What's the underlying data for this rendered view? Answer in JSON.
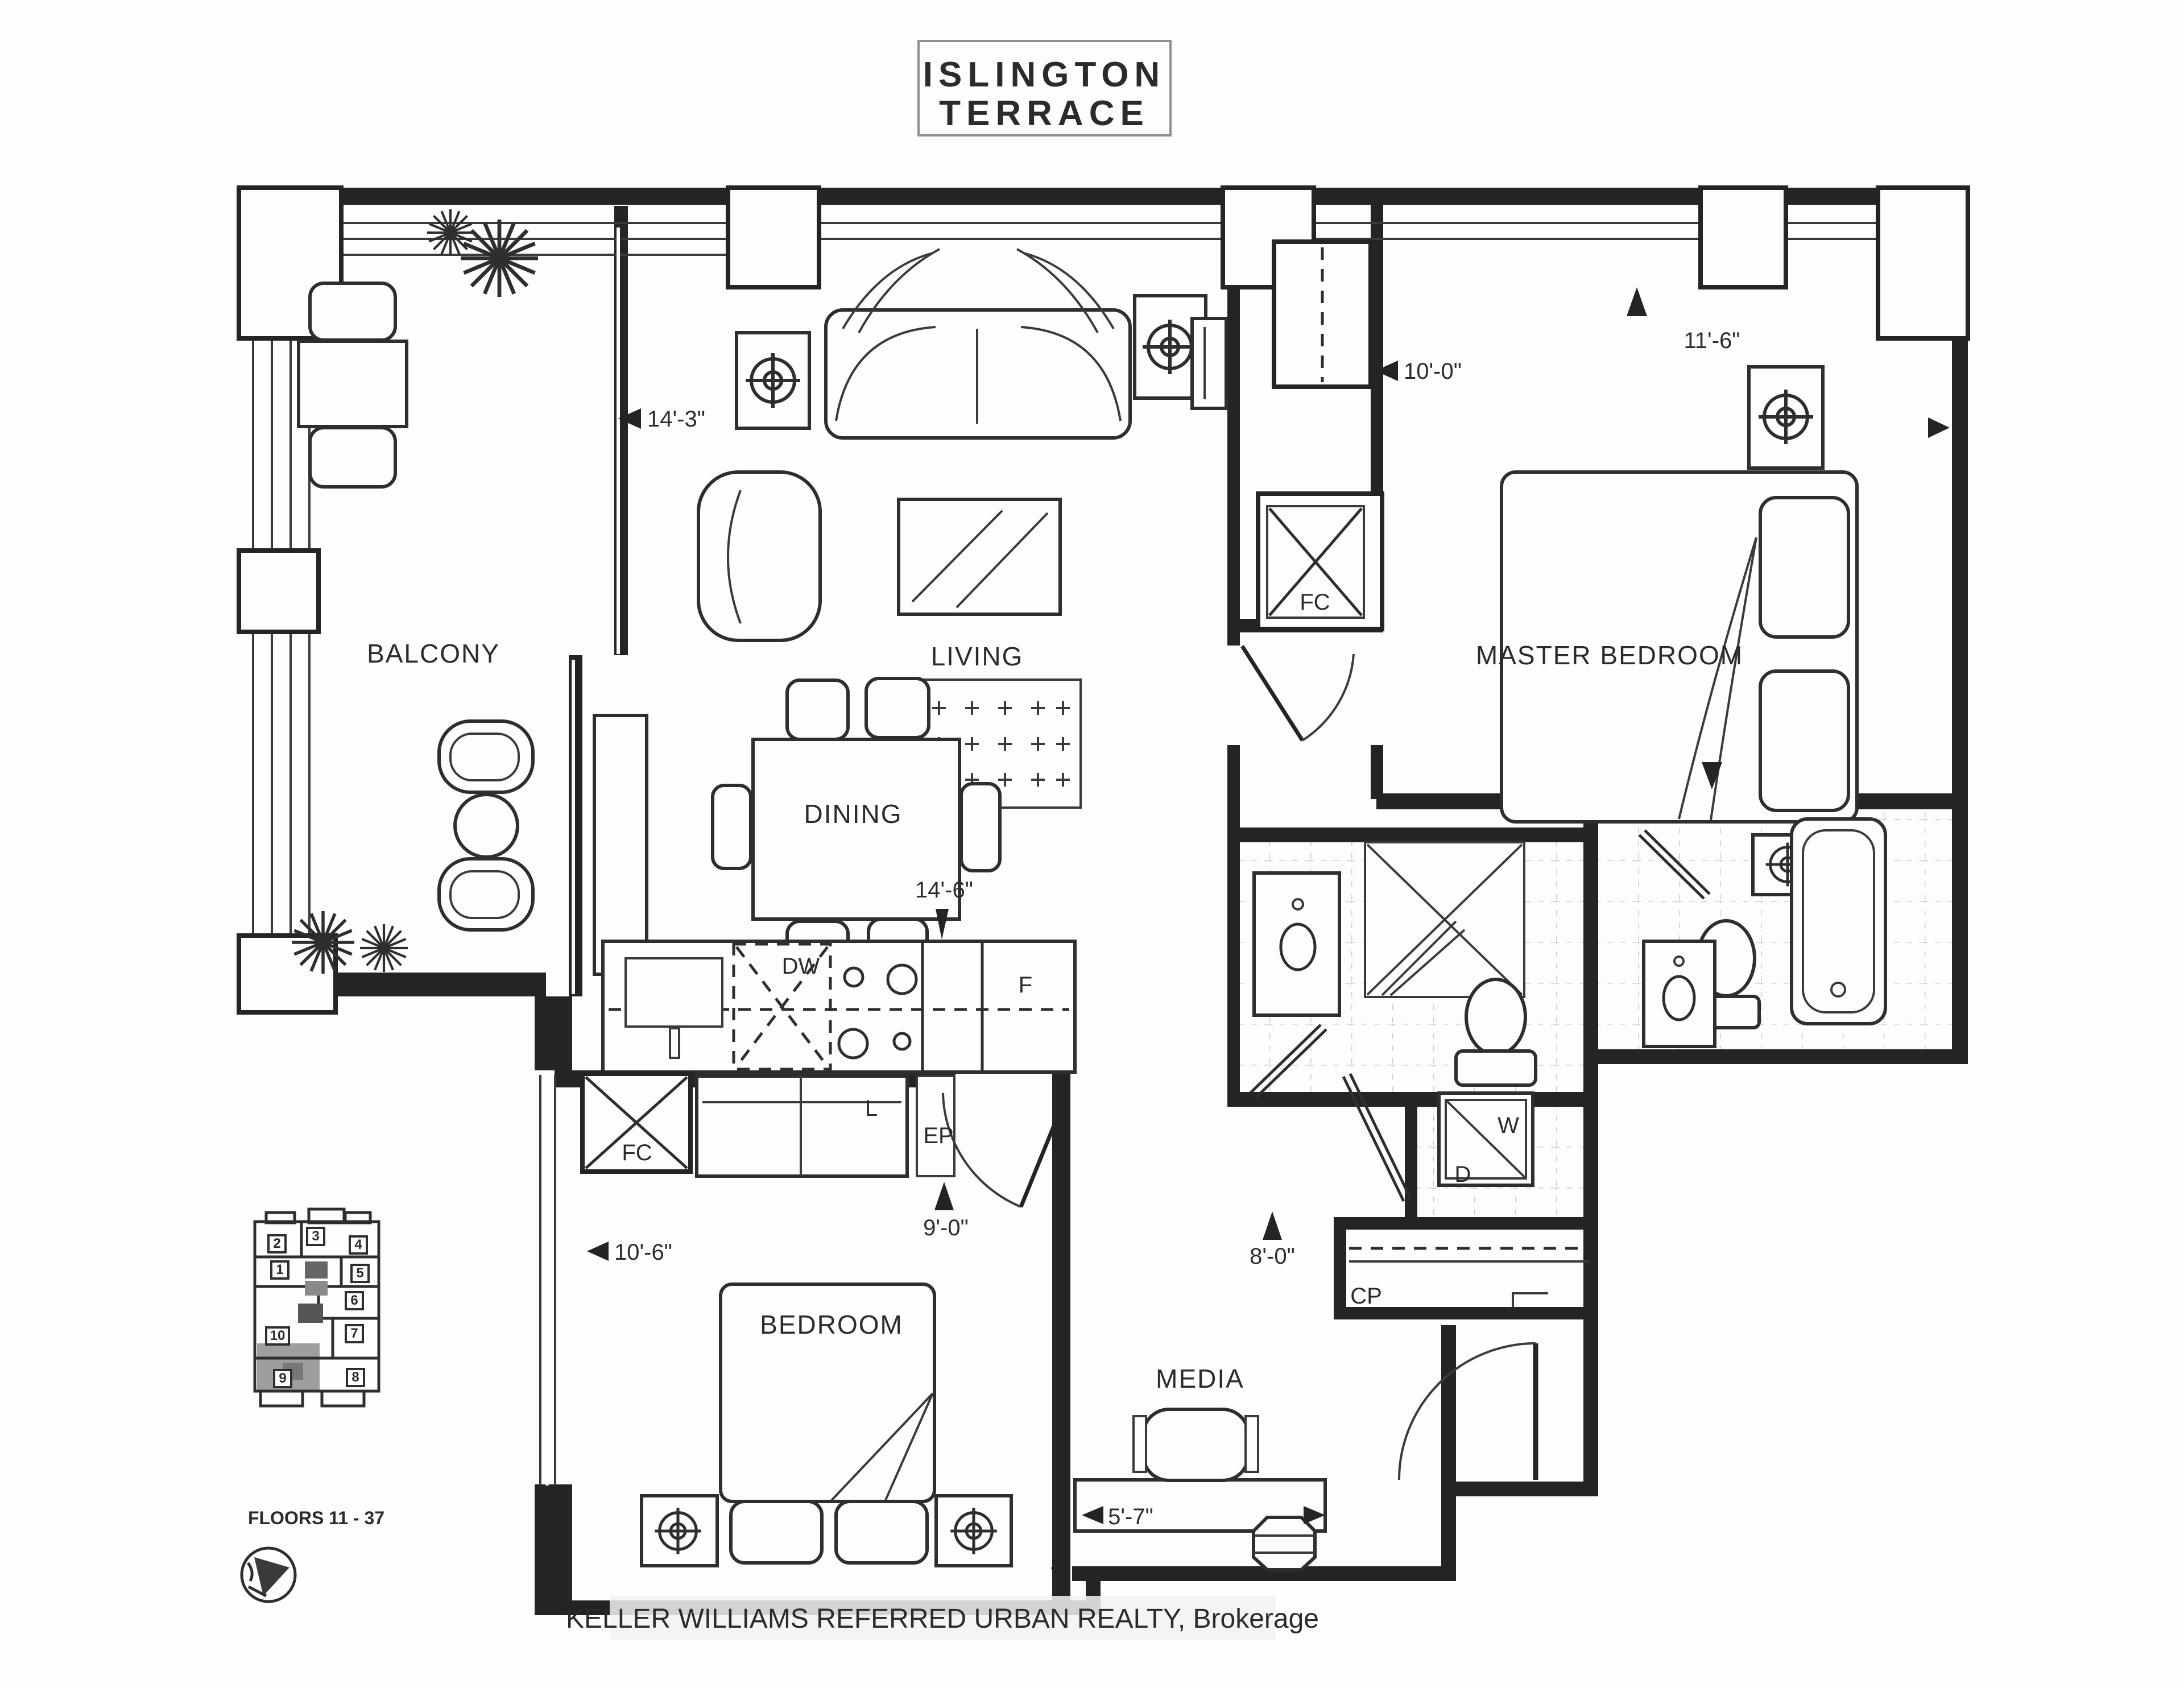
{
  "title": {
    "line1": "ISLINGTON",
    "line2": "TERRACE"
  },
  "rooms": {
    "balcony": "BALCONY",
    "living": "LIVING",
    "dining": "DINING",
    "master_bedroom": "MASTER BEDROOM",
    "bedroom": "BEDROOM",
    "media": "MEDIA"
  },
  "dimensions": {
    "living_width": "14'-3\"",
    "hall_width": "10'-0\"",
    "master_width": "11'-6\"",
    "kitchen_width": "14'-6\"",
    "bedroom_depth": "9'-0\"",
    "bedroom_width": "10'-6\"",
    "foyer_width": "8'-0\"",
    "media_width": "5'-7\""
  },
  "fixtures": {
    "fan_coil_hall": "FC",
    "fan_coil_bedroom": "FC",
    "dishwasher": "DW",
    "fridge": "F",
    "linen_closet": "L",
    "electrical_panel": "EP",
    "washer": "W",
    "dryer": "D",
    "coat_closet": "CP"
  },
  "keyplan": {
    "floors_label": "FLOORS 11 - 37",
    "units": [
      "1",
      "2",
      "3",
      "4",
      "5",
      "6",
      "7",
      "8",
      "9",
      "10"
    ],
    "highlighted_unit": "9"
  },
  "watermark": "KELLER WILLIAMS REFERRED URBAN REALTY, Brokerage",
  "colors": {
    "ink": "#2b2b2b",
    "paper": "#fdfdfd",
    "unit_highlight": "#9e9e9e",
    "watermark_text": "#c9c9c9"
  }
}
